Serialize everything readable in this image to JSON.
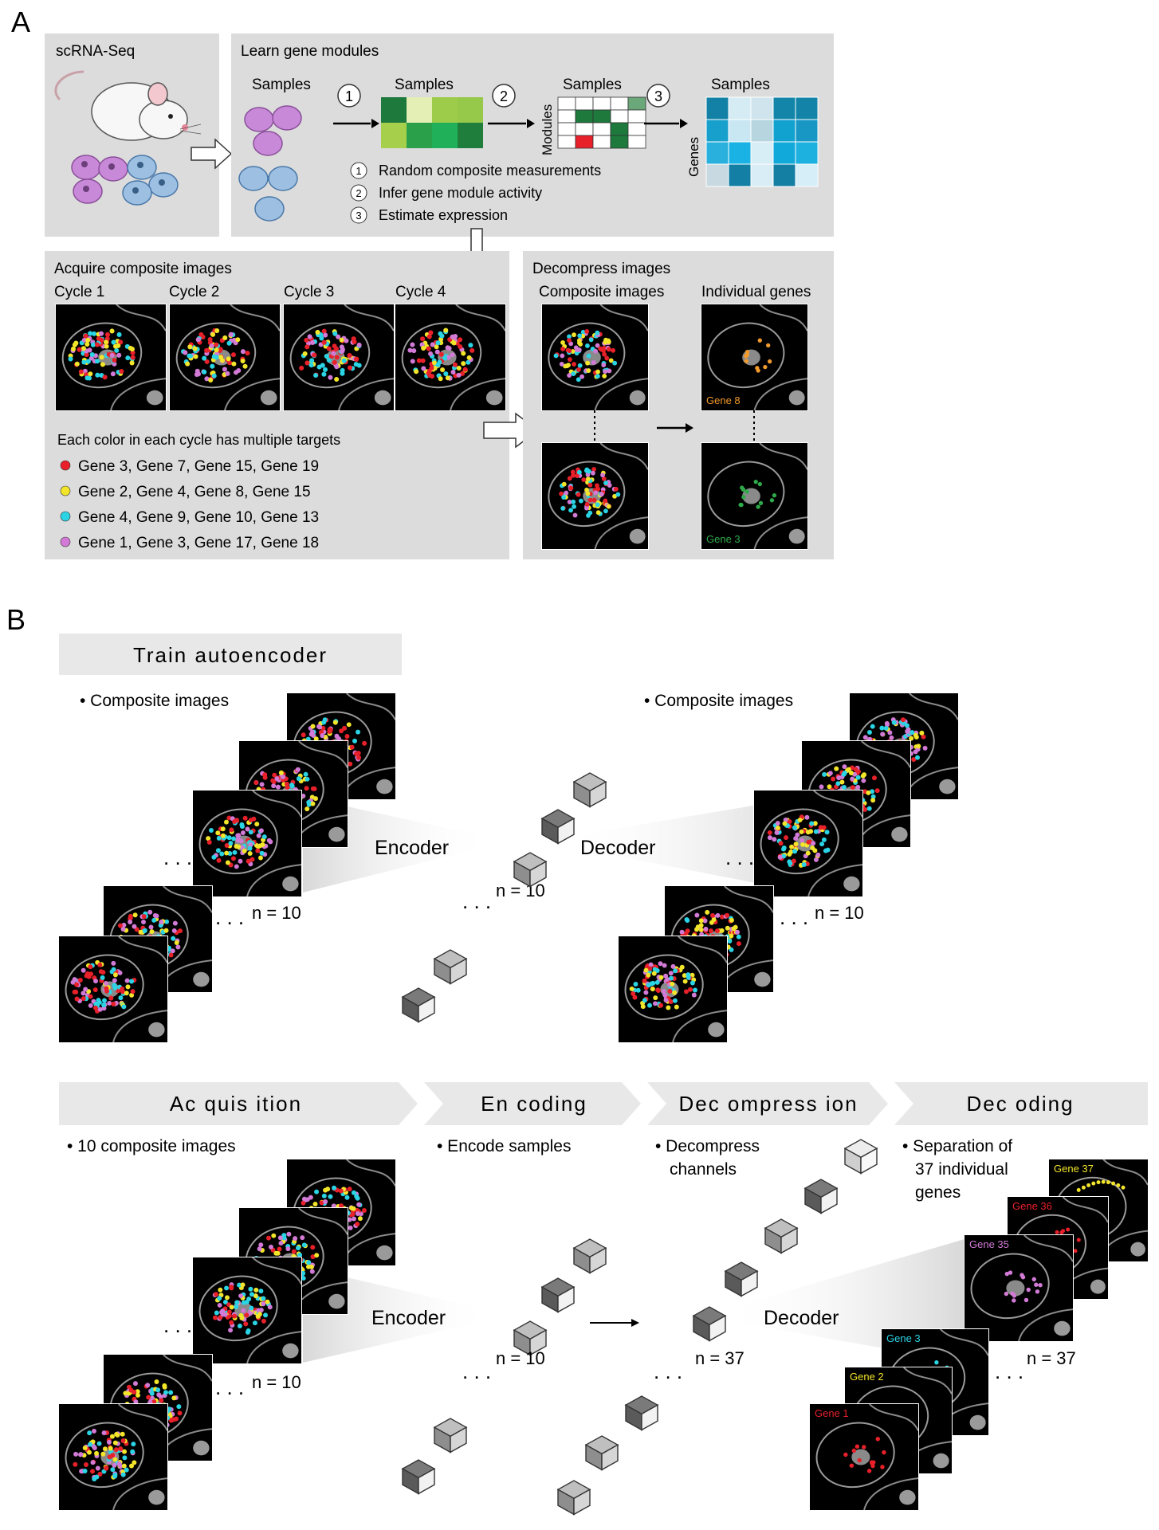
{
  "panelA": {
    "label": "A",
    "scrna": {
      "title": "scRNA-Seq"
    },
    "learn": {
      "title": "Learn gene modules",
      "samples1": "Samples",
      "samples2": "Samples",
      "samples3": "Samples",
      "samples4": "Samples",
      "modules": "Modules",
      "genes": "Genes",
      "step1": "1",
      "step2": "2",
      "step3": "3",
      "legend": [
        {
          "num": "1",
          "text": "Random composite measurements"
        },
        {
          "num": "2",
          "text": "Infer gene module activity"
        },
        {
          "num": "3",
          "text": "Estimate expression"
        }
      ]
    },
    "acquire": {
      "title": "Acquire composite images",
      "cycles": [
        "Cycle 1",
        "Cycle 2",
        "Cycle 3",
        "Cycle 4"
      ],
      "note": "Each color in each cycle has multiple targets",
      "targets": [
        {
          "color": "#e8202a",
          "text": "Gene 3, Gene 7, Gene 15, Gene 19"
        },
        {
          "color": "#f2e52a",
          "text": "Gene 2, Gene 4, Gene 8, Gene 15"
        },
        {
          "color": "#2ad4e4",
          "text": "Gene 4, Gene 9, Gene 10, Gene 13"
        },
        {
          "color": "#d27ad6",
          "text": "Gene 1, Gene 3, Gene 17, Gene 18"
        }
      ]
    },
    "decompress": {
      "title": "Decompress images",
      "composite": "Composite images",
      "individual": "Individual genes",
      "gene8": "Gene 8",
      "gene3": "Gene 3"
    }
  },
  "panelB": {
    "label": "B",
    "train": {
      "title": "Train autoencoder",
      "left_bullet": "• Composite images",
      "right_bullet": "• Composite images",
      "encoder": "Encoder",
      "decoder": "Decoder",
      "n_left": "n = 10",
      "n_mid": "n = 10",
      "n_right": "n = 10"
    },
    "pipeline": {
      "steps": [
        "Ac quis ition",
        "En coding",
        "Dec ompress ion",
        "Dec oding"
      ],
      "b1": "• 10 composite images",
      "b2": "• Encode samples",
      "b3a": "• Decompress",
      "b3b": "channels",
      "b4a": "• Separation of",
      "b4b": "37 individual",
      "b4c": "genes",
      "encoder": "Encoder",
      "decoder": "Decoder",
      "n_left": "n = 10",
      "n_mid": "n = 10",
      "n_37a": "n = 37",
      "n_37b": "n = 37",
      "genes": [
        {
          "name": "Gene 37",
          "color": "#f2e52a"
        },
        {
          "name": "Gene 36",
          "color": "#e8202a"
        },
        {
          "name": "Gene 35",
          "color": "#d27ad6"
        },
        {
          "name": "Gene 3",
          "color": "#2ad4e4"
        },
        {
          "name": "Gene 2",
          "color": "#f2e52a"
        },
        {
          "name": "Gene 1",
          "color": "#e8202a"
        }
      ]
    }
  },
  "colors": {
    "panel": "#dcdcdc",
    "green": "#2eaa4a",
    "orange": "#f39a2d"
  }
}
